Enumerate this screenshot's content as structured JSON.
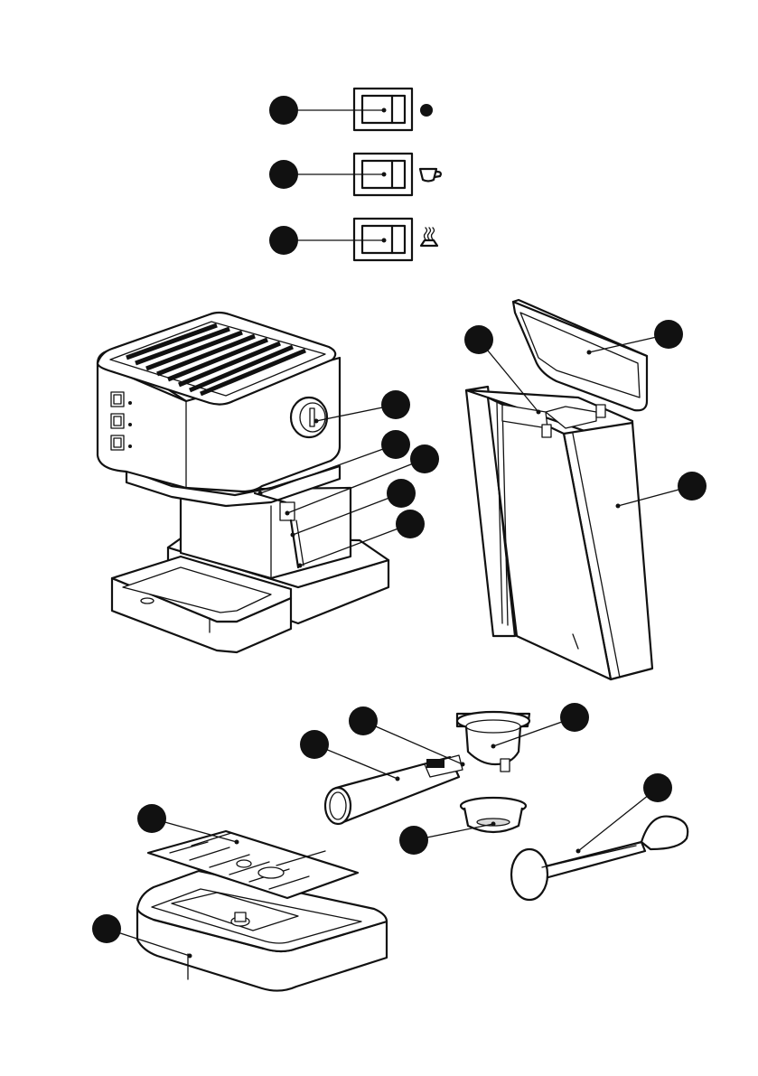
{
  "figure": {
    "icons": {
      "power": "filled-circle-icon",
      "coffee": "coffee-cup-icon",
      "steam": "steam-icon"
    },
    "callouts": [
      {
        "id": "switch-1"
      },
      {
        "id": "switch-2"
      },
      {
        "id": "switch-3"
      },
      {
        "id": "lid"
      },
      {
        "id": "tank-handle"
      },
      {
        "id": "knob"
      },
      {
        "id": "part-a"
      },
      {
        "id": "part-b"
      },
      {
        "id": "part-c"
      },
      {
        "id": "steam-wand"
      },
      {
        "id": "tank"
      },
      {
        "id": "filter-holder"
      },
      {
        "id": "handle-lock"
      },
      {
        "id": "handle"
      },
      {
        "id": "filter"
      },
      {
        "id": "tamper"
      },
      {
        "id": "grid"
      },
      {
        "id": "drip-tray"
      }
    ],
    "colors": {
      "ink": "#111111",
      "paper": "#ffffff"
    }
  }
}
